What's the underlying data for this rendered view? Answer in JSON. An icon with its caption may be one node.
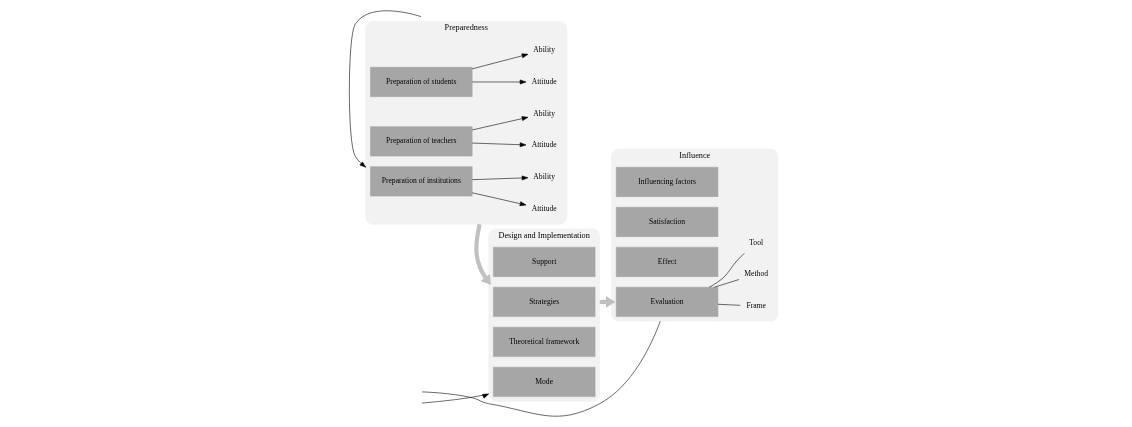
{
  "diagram": {
    "nodes": [
      {
        "text": [
          "Preparedness"
        ]
      },
      {
        "text": [
          "Preparation of institutions"
        ],
        "in": 0
      },
      {
        "text": [
          "Attitude"
        ],
        "in": 0
      },
      {
        "text": [
          "Ability"
        ],
        "in": 0
      },
      {
        "text": [
          "Preparation of teachers"
        ],
        "in": 0
      },
      {
        "text": [
          "Attitude"
        ],
        "in": 0
      },
      {
        "text": [
          "Ability"
        ],
        "in": 0
      },
      {
        "text": [
          "Preparation of students"
        ],
        "in": 0
      },
      {
        "text": [
          "Attitude"
        ],
        "in": 0
      },
      {
        "text": [
          "Ability"
        ],
        "in": 0
      },
      {
        "text": [
          "Design and Implementation"
        ]
      },
      {
        "text": [
          "Mode"
        ],
        "in": 10
      },
      {
        "text": [
          "Theoretical framework"
        ],
        "in": 10
      },
      {
        "text": [
          "Strategies"
        ],
        "in": 10
      },
      {
        "text": [
          "Support"
        ],
        "in": 10
      },
      {
        "text": [
          "Influence"
        ]
      },
      {
        "text": [
          "Evaluation"
        ],
        "in": 15
      },
      {
        "text": [
          "Frame"
        ],
        "in": 15
      },
      {
        "text": [
          "Method"
        ],
        "in": 15
      },
      {
        "text": [
          "Tool"
        ],
        "in": 15
      },
      {
        "text": [
          "Effect"
        ],
        "in": 15
      },
      {
        "text": [
          "Satisfaction"
        ],
        "in": 15
      },
      {
        "text": [
          "Influencing factors"
        ],
        "in": 15
      }
    ],
    "edges": [
      {
        "from": 1,
        "to": 2,
        "arrow": "to"
      },
      {
        "from": 1,
        "to": 3,
        "arrow": "to"
      },
      {
        "from": 4,
        "to": 5,
        "arrow": "to"
      },
      {
        "from": 4,
        "to": 6,
        "arrow": "to"
      },
      {
        "from": 7,
        "to": 8,
        "arrow": "to"
      },
      {
        "from": 7,
        "to": 9,
        "arrow": "to"
      },
      {
        "from": 0,
        "to": 10,
        "arrow": "to",
        "style": "thick",
        "color": "#c0c0c0"
      },
      {
        "from": 10,
        "to": 15,
        "arrow": "to",
        "style": "thick",
        "color": "#c0c0c0"
      },
      {
        "from": 16,
        "to": 17,
        "arrow": "none"
      },
      {
        "from": 16,
        "to": 18,
        "arrow": "none"
      },
      {
        "from": 16,
        "to": 19,
        "arrow": "none"
      },
      {
        "from": null,
        "to": 0,
        "arrow": "to"
      },
      {
        "from": null,
        "to": 10,
        "arrow": "to"
      },
      {
        "from": 15,
        "to": null,
        "arrow": "none"
      }
    ]
  }
}
